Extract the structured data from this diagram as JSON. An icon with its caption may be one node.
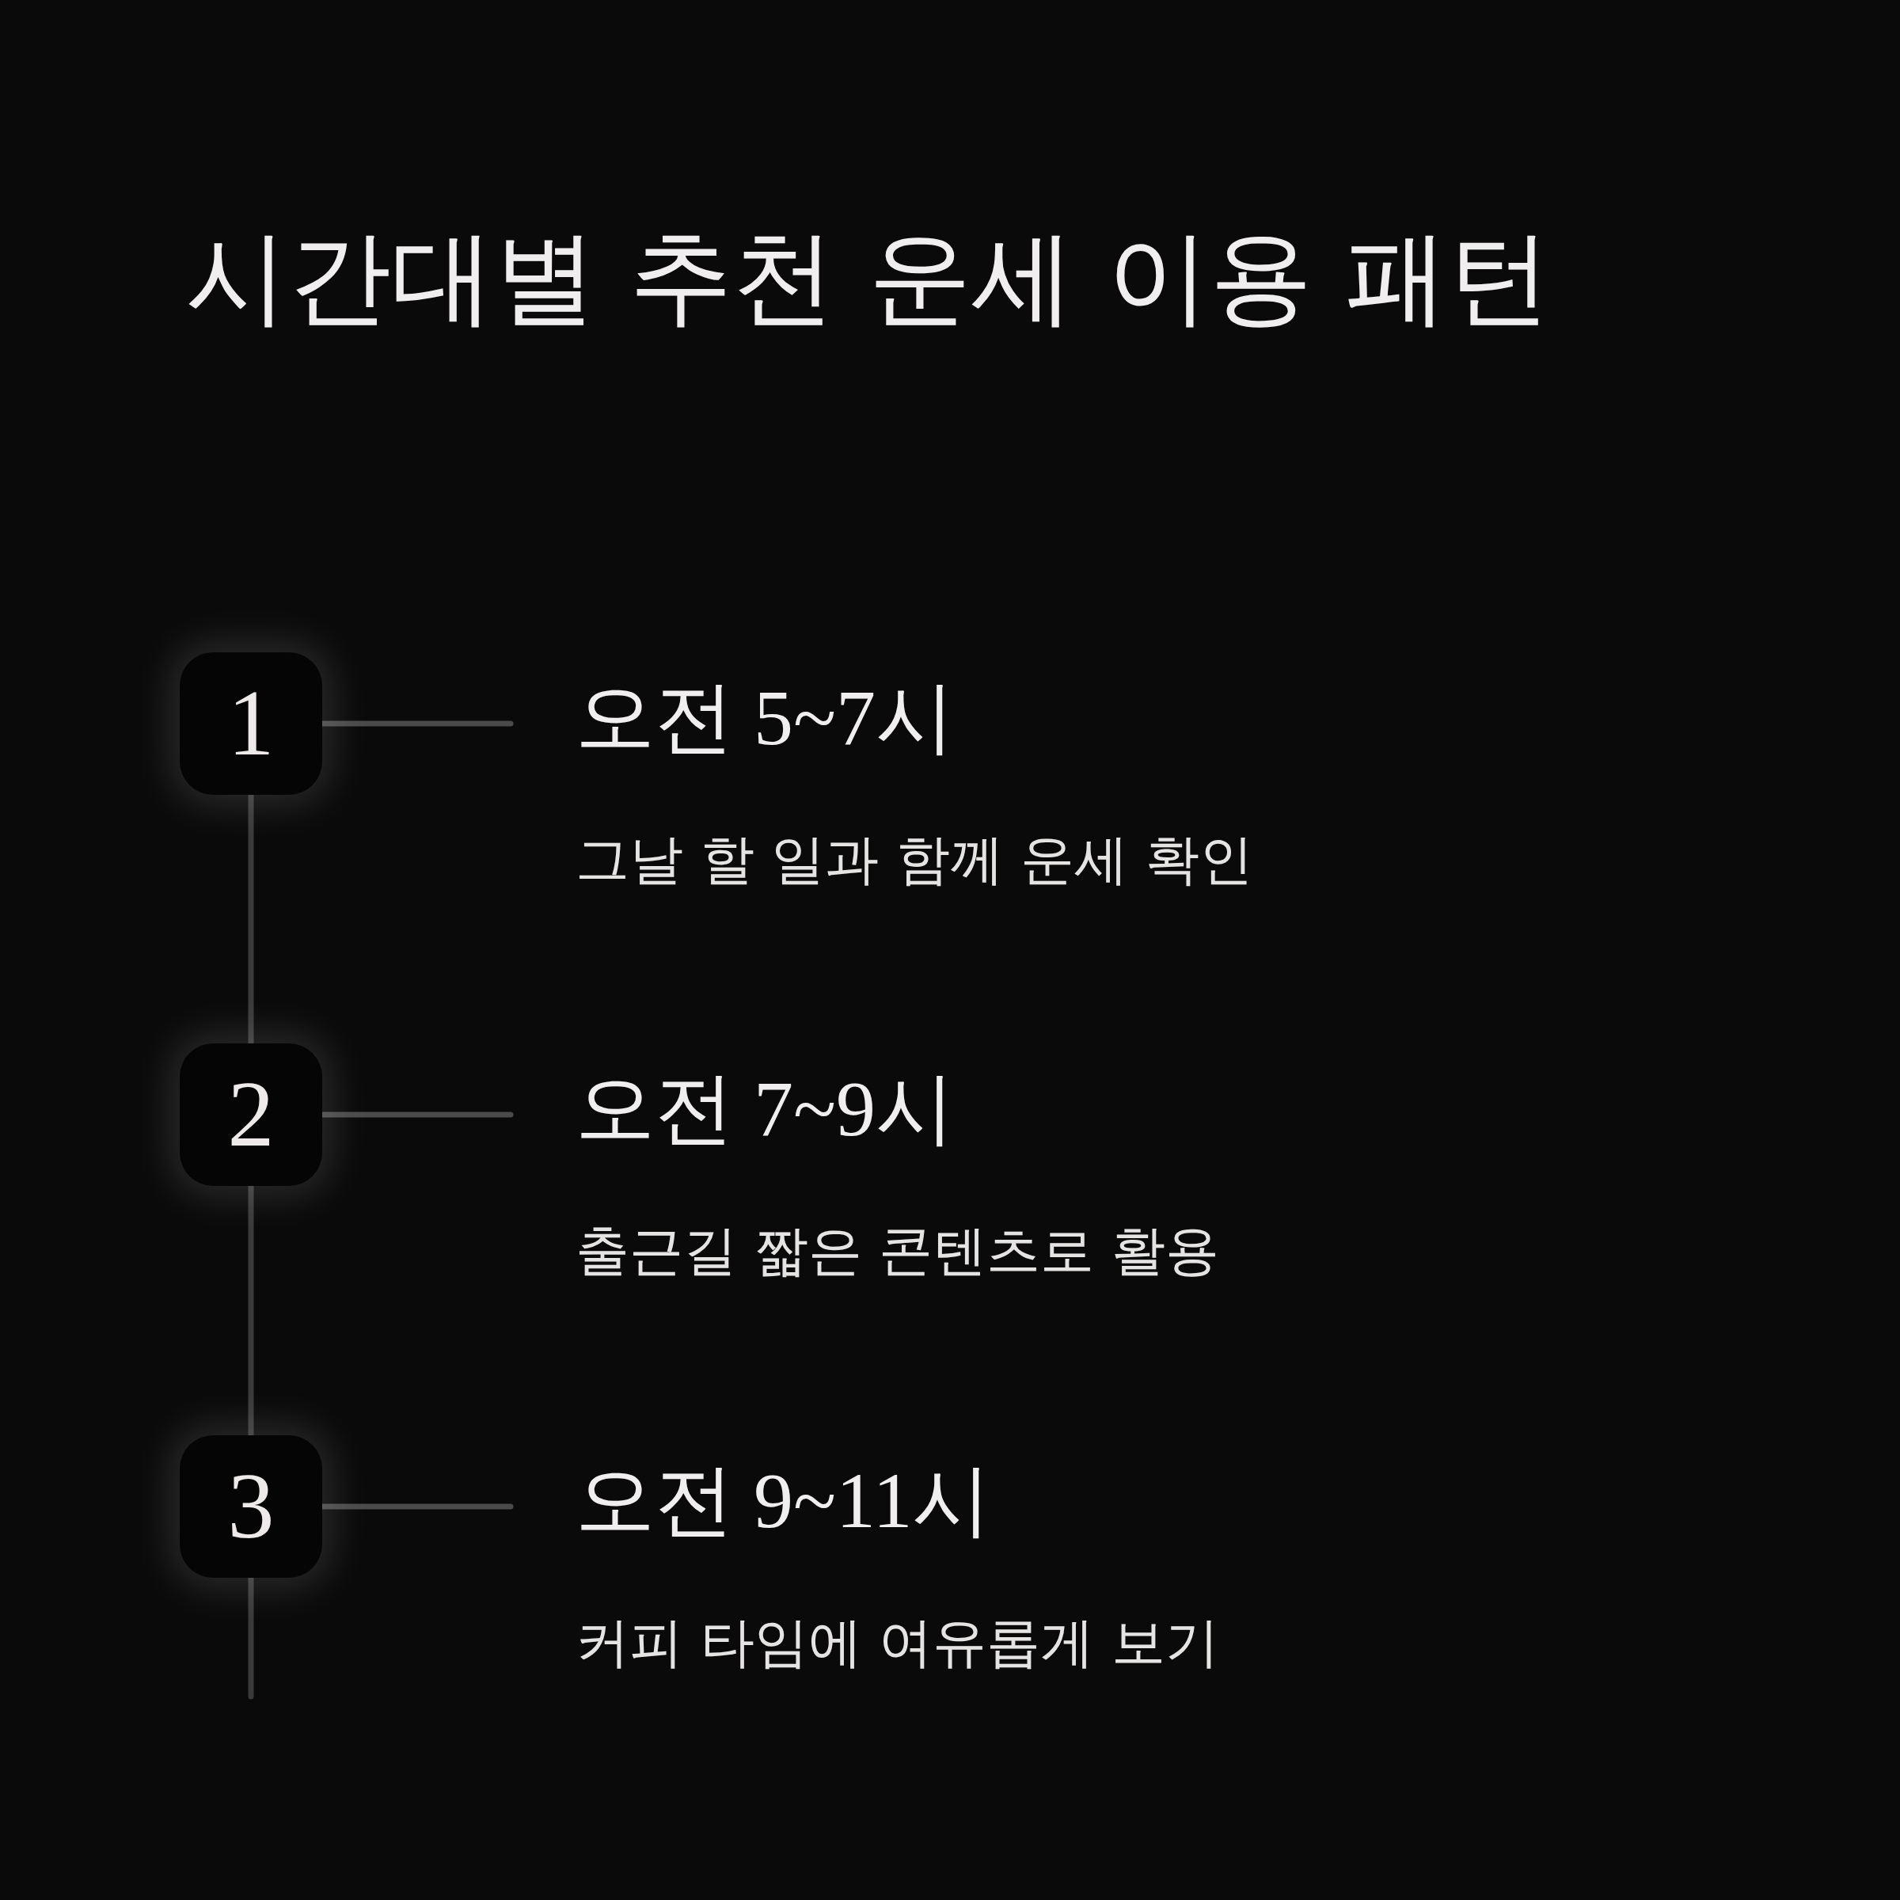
{
  "diagram": {
    "title": "시간대별 추천 운세 이용 패턴",
    "nodes": [
      {
        "text": [
          "1"
        ]
      },
      {
        "text": [
          "오전 5~7시",
          "그날 할 일과 함께 운세 확인"
        ]
      },
      {
        "text": [
          "2"
        ]
      },
      {
        "text": [
          "오전 7~9시",
          "출근길 짧은 콘텐츠로 활용"
        ]
      },
      {
        "text": [
          "3"
        ]
      },
      {
        "text": [
          "오전 9~11시",
          "커피 타임에 여유롭게 보기"
        ]
      }
    ],
    "edges": [
      {
        "from": 0,
        "to": 1,
        "arrow": "none"
      },
      {
        "from": 2,
        "to": 3,
        "arrow": "none"
      },
      {
        "from": 4,
        "to": 5,
        "arrow": "none"
      },
      {
        "from": 0,
        "to": 2,
        "arrow": "none"
      },
      {
        "from": 2,
        "to": 4,
        "arrow": "none"
      },
      {
        "from": 4,
        "to": null,
        "arrow": "none"
      }
    ]
  }
}
